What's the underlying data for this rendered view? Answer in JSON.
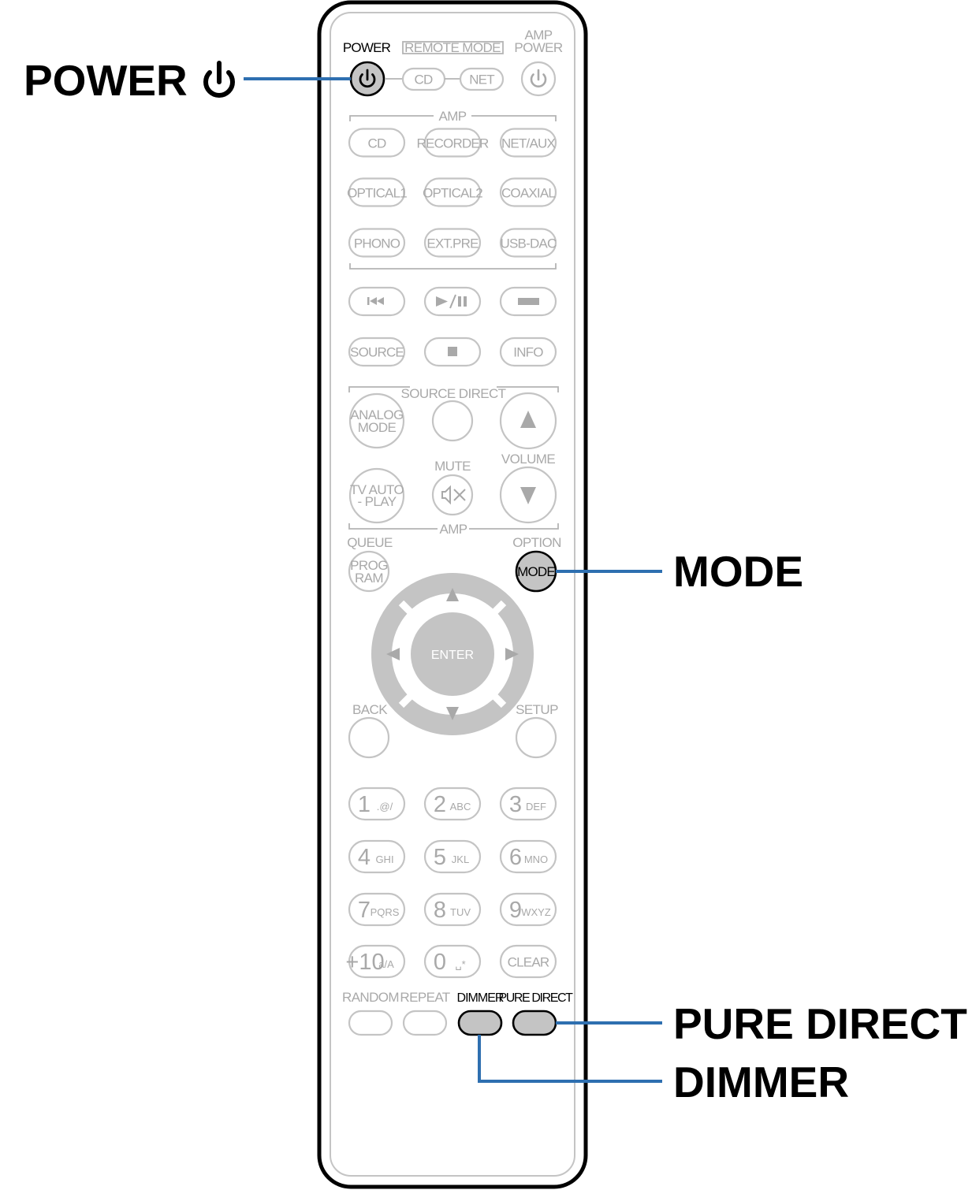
{
  "callouts": {
    "power": "POWER",
    "mode": "MODE",
    "pure_direct": "PURE DIRECT",
    "dimmer": "DIMMER"
  },
  "remote": {
    "power_label": "POWER",
    "remote_mode_label": "REMOTE MODE",
    "amp_power_label_1": "AMP",
    "amp_power_label_2": "POWER",
    "mode_cd": "CD",
    "mode_net": "NET",
    "amp_group_label": "AMP",
    "source_buttons": [
      [
        "CD",
        "RECORDER",
        "NET/AUX"
      ],
      [
        "OPTICAL1",
        "OPTICAL2",
        "COAXIAL"
      ],
      [
        "PHONO",
        "EXT.PRE",
        "USB-DAC"
      ]
    ],
    "source": "SOURCE",
    "info": "INFO",
    "source_direct": "SOURCE DIRECT",
    "analog_mode_1": "ANALOG",
    "analog_mode_2": "MODE",
    "mute": "MUTE",
    "volume": "VOLUME",
    "tv_auto_1": "TV AUTO",
    "tv_auto_2": "- PLAY",
    "amp_group_label_2": "AMP",
    "queue": "QUEUE",
    "option": "OPTION",
    "program_1": "PROG",
    "program_2": "RAM",
    "mode_button": "MODE",
    "enter": "ENTER",
    "back": "BACK",
    "setup": "SETUP",
    "keypad": [
      {
        "d": "1",
        "s": ".@/"
      },
      {
        "d": "2",
        "s": "ABC"
      },
      {
        "d": "3",
        "s": "DEF"
      },
      {
        "d": "4",
        "s": "GHI"
      },
      {
        "d": "5",
        "s": "JKL"
      },
      {
        "d": "6",
        "s": "MNO"
      },
      {
        "d": "7",
        "s": "PQRS"
      },
      {
        "d": "8",
        "s": "TUV"
      },
      {
        "d": "9",
        "s": "WXYZ"
      },
      {
        "d": "+10",
        "s": "a/A"
      },
      {
        "d": "0",
        "s": "␣*"
      },
      {
        "d": "CLEAR",
        "s": ""
      }
    ],
    "random": "RANDOM",
    "repeat": "REPEAT",
    "dimmer": "DIMMER",
    "pure_direct": "PURE DIRECT"
  },
  "colors": {
    "callout_line": "#2e6fb0",
    "highlight_fill": "#c4c4c4",
    "ghost": "#a9a9a9"
  },
  "icons": [
    "power-icon",
    "skip-back-icon",
    "play-pause-icon",
    "skip-forward-icon",
    "stop-icon",
    "volume-up-icon",
    "volume-down-icon",
    "mute-icon",
    "arrow-up-icon",
    "arrow-down-icon",
    "arrow-left-icon",
    "arrow-right-icon"
  ]
}
